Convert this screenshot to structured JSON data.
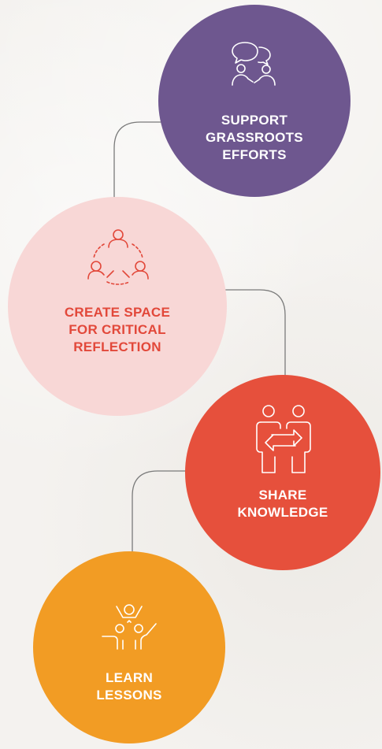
{
  "colors": {
    "background": "#f4f2ef",
    "connector": "#7a7a7a",
    "purple": "#6e578f",
    "pink": "#f8d7d6",
    "red": "#e6503c",
    "orange": "#f29c24",
    "pink_text": "#e2483a",
    "white_text": "#ffffff"
  },
  "steps": [
    {
      "label": "SUPPORT\nGRASSROOTS\nEFFORTS",
      "icon": "conversation-people-icon"
    },
    {
      "label": "CREATE SPACE\nFOR CRITICAL\nREFLECTION",
      "icon": "circle-of-people-icon"
    },
    {
      "label": "SHARE\nKNOWLEDGE",
      "icon": "exchange-people-icon"
    },
    {
      "label": "LEARN\nLESSONS",
      "icon": "celebrating-people-icon"
    }
  ]
}
